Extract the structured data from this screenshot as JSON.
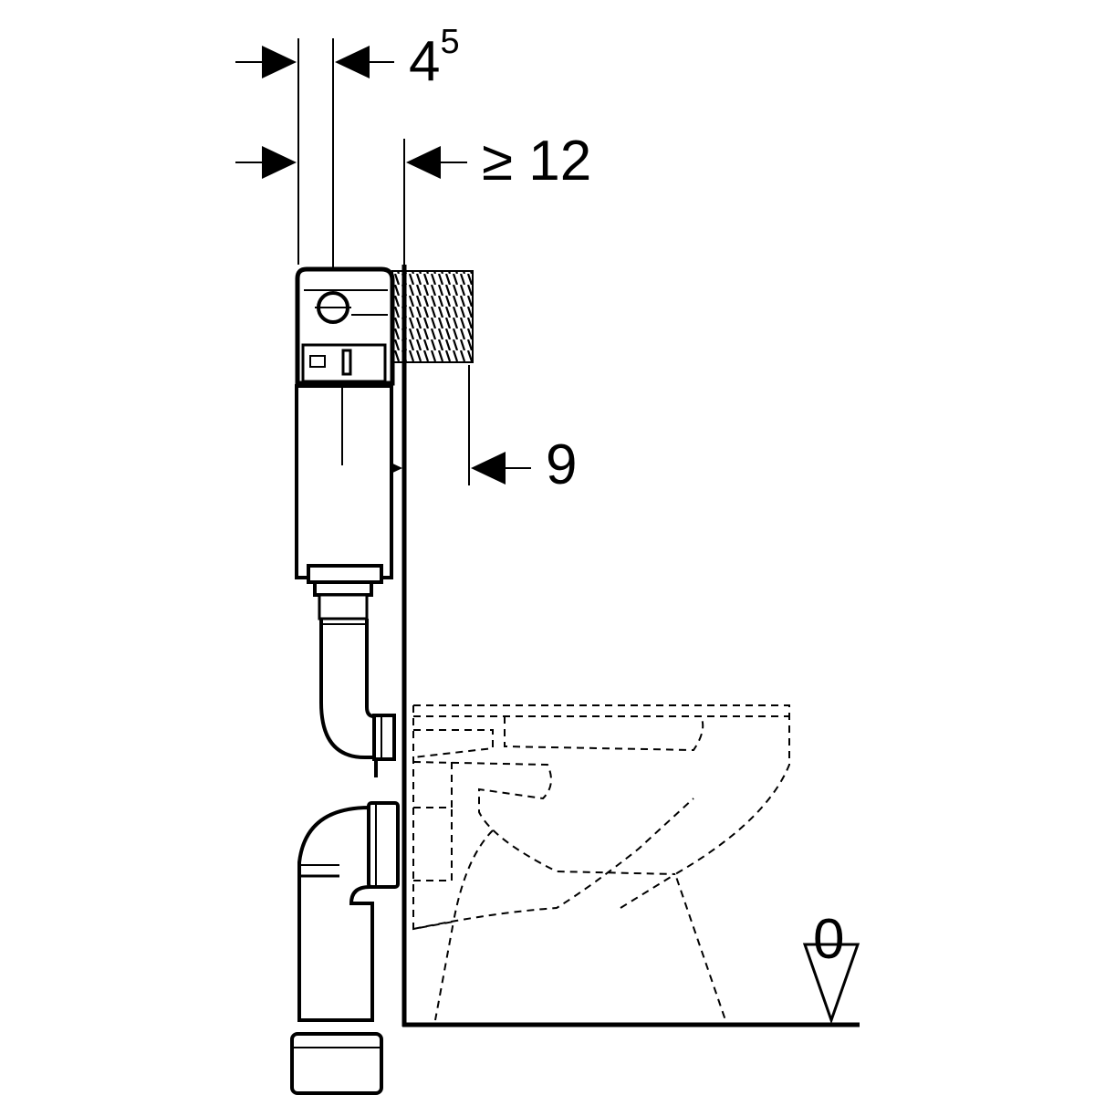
{
  "dimensions": {
    "cistern_offset": {
      "base": "4",
      "sup": "5"
    },
    "min_depth": "≥ 12",
    "wall_to_insulation": "9",
    "floor_level": "0"
  },
  "colors": {
    "line": "#000000",
    "background": "#ffffff"
  }
}
